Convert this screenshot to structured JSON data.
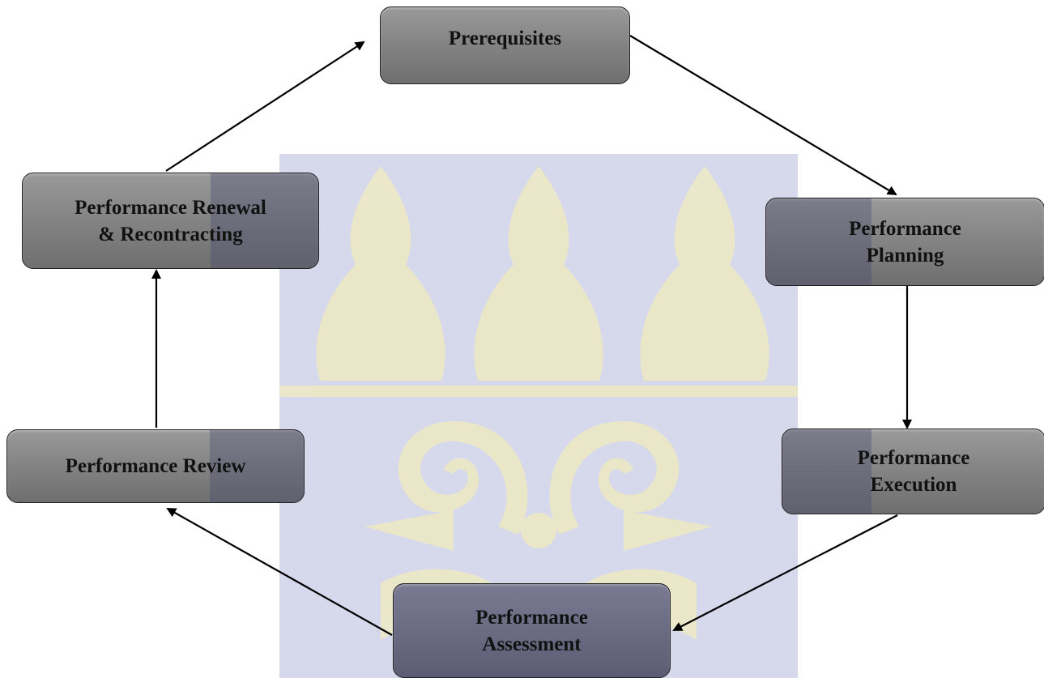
{
  "diagram": {
    "nodes": [
      {
        "id": "prerequisites",
        "label": "Prerequisites"
      },
      {
        "id": "planning",
        "label": "Performance\nPlanning"
      },
      {
        "id": "execution",
        "label": "Performance\nExecution"
      },
      {
        "id": "assessment",
        "label": "Performance\nAssessment"
      },
      {
        "id": "review",
        "label": "Performance Review"
      },
      {
        "id": "renewal",
        "label": "Performance Renewal\n& Recontracting"
      }
    ],
    "edges": [
      {
        "from": "prerequisites",
        "to": "planning"
      },
      {
        "from": "planning",
        "to": "execution"
      },
      {
        "from": "execution",
        "to": "assessment"
      },
      {
        "from": "assessment",
        "to": "review"
      },
      {
        "from": "review",
        "to": "renewal"
      },
      {
        "from": "renewal",
        "to": "prerequisites"
      }
    ]
  },
  "colors": {
    "box_fill": "#858585",
    "box_border": "#222222",
    "arrow": "#000000",
    "watermark_panel": "#d4d6ea",
    "watermark_motif": "#ebe7c9"
  }
}
